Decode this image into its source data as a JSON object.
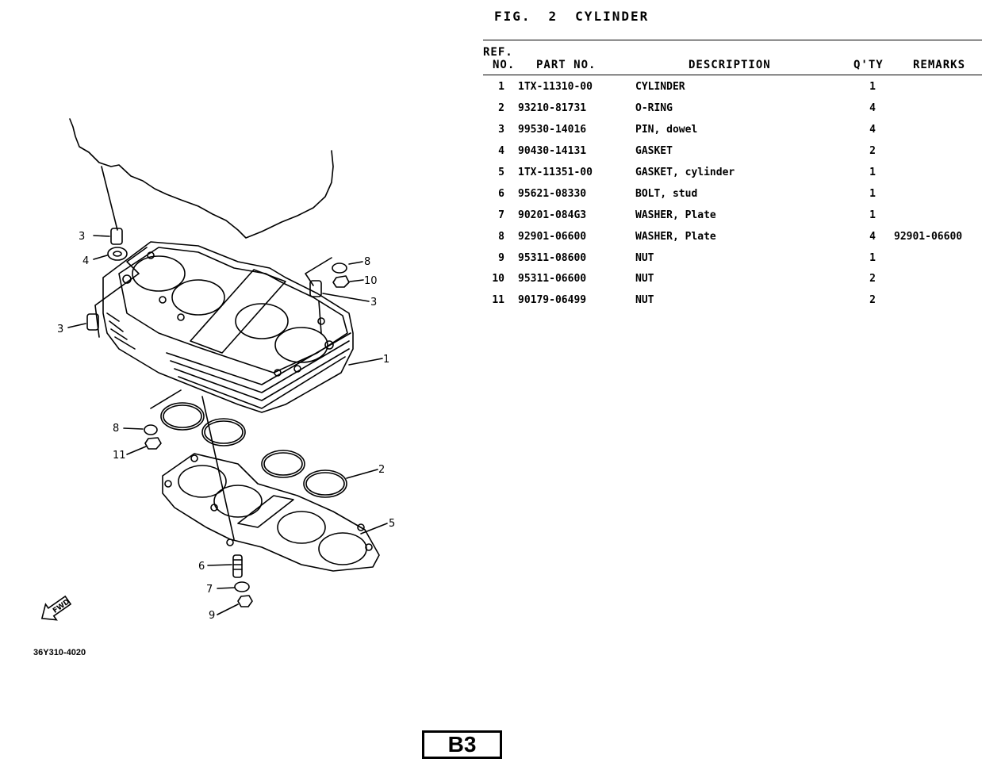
{
  "figure": {
    "fig_label": "FIG.",
    "fig_number": "2",
    "fig_name": "CYLINDER"
  },
  "table": {
    "headers": {
      "ref_line1": "REF.",
      "ref_line2": "NO.",
      "part_no": "PART NO.",
      "description": "DESCRIPTION",
      "qty": "Q'TY",
      "remarks": "REMARKS"
    },
    "rows": [
      {
        "ref": "1",
        "part": "1TX-11310-00",
        "desc": "CYLINDER",
        "qty": "1",
        "remarks": ""
      },
      {
        "ref": "2",
        "part": "93210-81731",
        "desc": "O-RING",
        "qty": "4",
        "remarks": ""
      },
      {
        "ref": "3",
        "part": "99530-14016",
        "desc": "PIN, dowel",
        "qty": "4",
        "remarks": ""
      },
      {
        "ref": "4",
        "part": "90430-14131",
        "desc": "GASKET",
        "qty": "2",
        "remarks": ""
      },
      {
        "ref": "5",
        "part": "1TX-11351-00",
        "desc": "GASKET, cylinder",
        "qty": "1",
        "remarks": ""
      },
      {
        "ref": "6",
        "part": "95621-08330",
        "desc": "BOLT, stud",
        "qty": "1",
        "remarks": ""
      },
      {
        "ref": "7",
        "part": "90201-084G3",
        "desc": "WASHER, Plate",
        "qty": "1",
        "remarks": ""
      },
      {
        "ref": "8",
        "part": "92901-06600",
        "desc": "WASHER, Plate",
        "qty": "4",
        "remarks": "92901-06600"
      },
      {
        "ref": "9",
        "part": "95311-08600",
        "desc": "NUT",
        "qty": "1",
        "remarks": ""
      },
      {
        "ref": "10",
        "part": "95311-06600",
        "desc": "NUT",
        "qty": "2",
        "remarks": ""
      },
      {
        "ref": "11",
        "part": "90179-06499",
        "desc": "NUT",
        "qty": "2",
        "remarks": ""
      }
    ]
  },
  "diagram": {
    "code": "36Y310-4020",
    "fwd_label": "FWD",
    "callouts": [
      "1",
      "2",
      "3",
      "3",
      "3",
      "4",
      "5",
      "6",
      "7",
      "8",
      "8",
      "9",
      "10",
      "11"
    ]
  },
  "page_label": "B3"
}
